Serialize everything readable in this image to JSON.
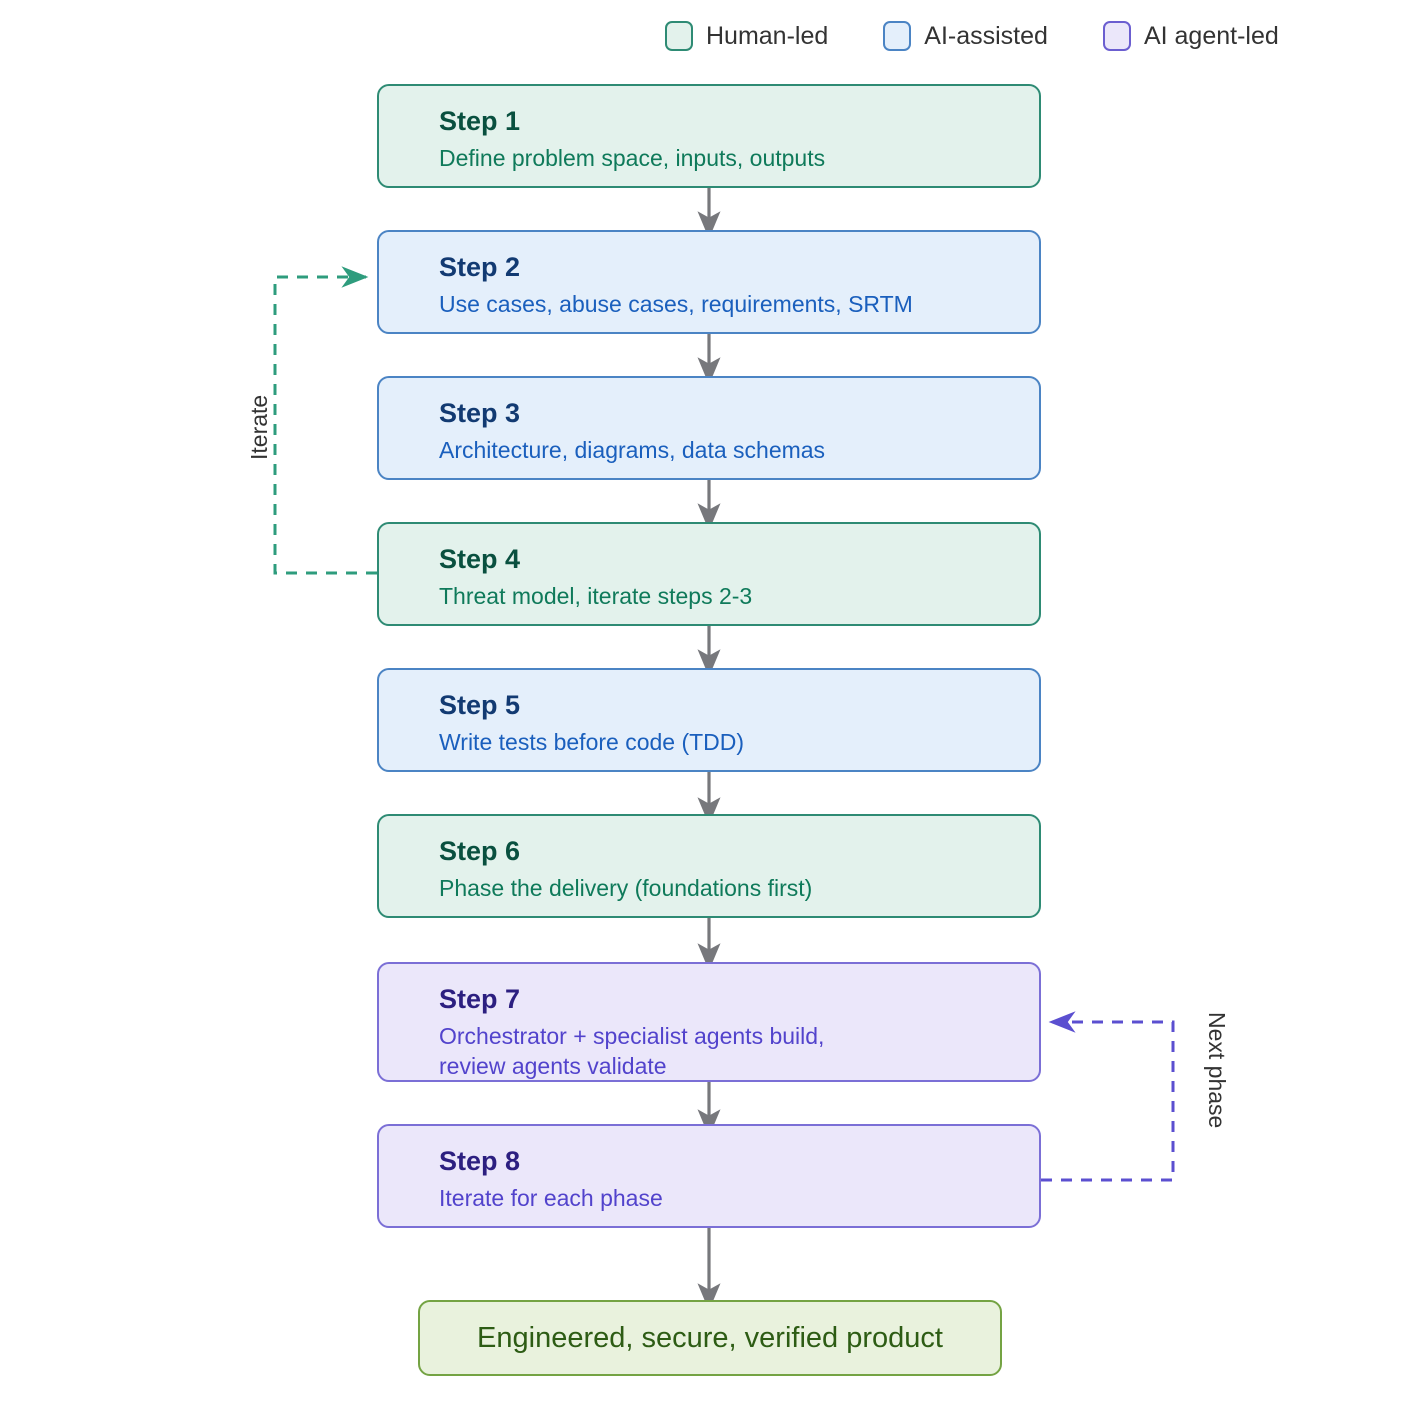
{
  "legend": {
    "items": [
      {
        "label": "Human-led",
        "fill": "#e3f2ec",
        "stroke": "#2e8b74",
        "swatch_name": "human-led-swatch"
      },
      {
        "label": "AI-assisted",
        "fill": "#e4effb",
        "stroke": "#4b84c4",
        "swatch_name": "ai-assisted-swatch"
      },
      {
        "label": "AI agent-led",
        "fill": "#ebe7fa",
        "stroke": "#6b5ed0",
        "swatch_name": "ai-agent-led-swatch"
      }
    ]
  },
  "palette": {
    "human_fill": "#e3f2ec",
    "human_stroke": "#2e8b74",
    "human_title": "#09503f",
    "human_text": "#0f7a5a",
    "ai_fill": "#e4effb",
    "ai_stroke": "#4b84c4",
    "ai_title": "#123a72",
    "ai_text": "#1a5fbd",
    "agent_fill": "#ebe7fa",
    "agent_stroke": "#7b6fd6",
    "agent_title": "#2c1f80",
    "agent_text": "#5243cc",
    "terminal_fill": "#e9f2dd",
    "terminal_stroke": "#74a343",
    "terminal_text": "#2d5c14",
    "connector": "#77787c",
    "iterate_line": "#2e9c7d",
    "next_phase_line": "#5b4fd0",
    "loop_label_text": "#333333"
  },
  "nodes": [
    {
      "id": "step-1",
      "title": "Step 1",
      "desc": "Define problem space, inputs, outputs",
      "category": "human"
    },
    {
      "id": "step-2",
      "title": "Step 2",
      "desc": "Use cases, abuse cases, requirements, SRTM",
      "category": "ai"
    },
    {
      "id": "step-3",
      "title": "Step 3",
      "desc": "Architecture, diagrams, data schemas",
      "category": "ai"
    },
    {
      "id": "step-4",
      "title": "Step 4",
      "desc": "Threat model, iterate steps 2-3",
      "category": "human"
    },
    {
      "id": "step-5",
      "title": "Step 5",
      "desc": "Write tests before code (TDD)",
      "category": "ai"
    },
    {
      "id": "step-6",
      "title": "Step 6",
      "desc": "Phase the delivery (foundations first)",
      "category": "human"
    },
    {
      "id": "step-7",
      "title": "Step 7",
      "desc": "Orchestrator + specialist agents build,\nreview agents validate",
      "category": "agent"
    },
    {
      "id": "step-8",
      "title": "Step 8",
      "desc": "Iterate for each phase",
      "category": "agent"
    }
  ],
  "terminal": {
    "label": "Engineered, secure, verified product"
  },
  "loops": {
    "iterate": {
      "label": "Iterate"
    },
    "next_phase": {
      "label": "Next phase"
    }
  }
}
